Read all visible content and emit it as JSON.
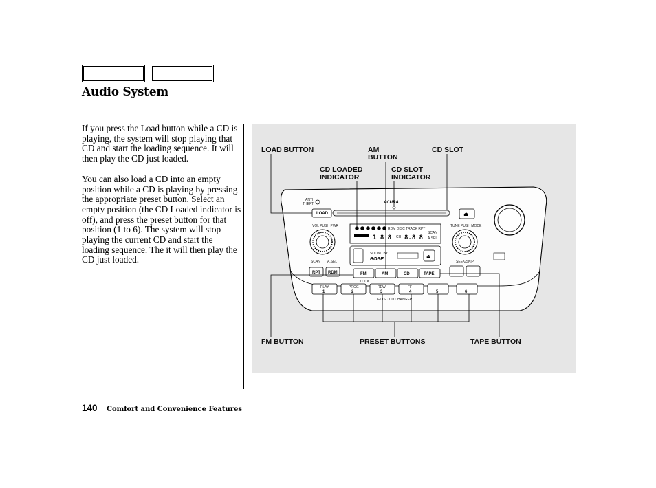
{
  "header": {
    "title": "Audio System"
  },
  "body": {
    "paragraphs": [
      "If you press the Load button while a CD is playing, the system will stop playing that CD and start the loading sequence. It will then play the CD just loaded.",
      "You can also load a CD into an empty position while a CD is playing by pressing the appropriate preset button. Select an empty position (the CD Loaded indicator is off), and press the preset button for that position (1 to 6). The system will stop playing the current CD and start the loading sequence. The it will then play the CD just loaded."
    ]
  },
  "figure": {
    "callouts": {
      "load_button": "LOAD BUTTON",
      "am_button_line1": "AM",
      "am_button_line2": "BUTTON",
      "cd_slot": "CD SLOT",
      "cd_loaded_line1": "CD LOADED",
      "cd_loaded_line2": "INDICATOR",
      "cd_slot_ind_line1": "CD SLOT",
      "cd_slot_ind_line2": "INDICATOR",
      "fm_button": "FM BUTTON",
      "preset_buttons": "PRESET BUTTONS",
      "tape_button": "TAPE BUTTON"
    },
    "unit_text": {
      "anti_theft_1": "ANTI",
      "anti_theft_2": "THEFT",
      "brand": "ACURA",
      "load": "LOAD",
      "vol_pwr": "VOL PUSH PWR",
      "tune_mode": "TUNE PUSH MODE",
      "scan": "SCAN",
      "a_sel": "A.SEL",
      "seek_skip": "SEEK/SKIP",
      "rpt": "RPT",
      "rdm": "RDM",
      "fm": "FM",
      "am": "AM",
      "cd": "CD",
      "tape": "TAPE",
      "clock": "CLOCK",
      "changer": "6-DISC CD CHANGER",
      "bose_small": "SOUND BY",
      "bose": "BOSE",
      "display_top": "RDM DISC TRACK RPT",
      "display_scan": "SCAN",
      "display_asel": "A.SEL",
      "display_ch": "CH",
      "presets": [
        "1",
        "2",
        "3",
        "4",
        "5",
        "6"
      ],
      "preset_subs": [
        "PLAY",
        "PROG",
        "REW",
        "FF",
        "",
        ""
      ]
    }
  },
  "footer": {
    "page_number": "140",
    "section": "Comfort and Convenience Features"
  }
}
